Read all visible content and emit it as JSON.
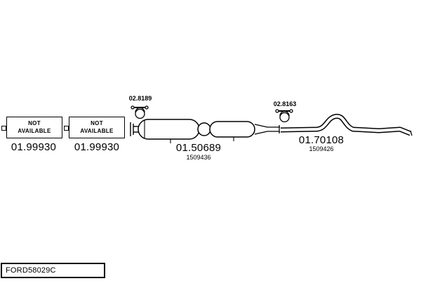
{
  "diagram": {
    "front_section": {
      "box1": {
        "line1": "NOT",
        "line2": "AVAILABLE",
        "part_number": "01.99930"
      },
      "box2": {
        "line1": "NOT",
        "line2": "AVAILABLE",
        "part_number": "01.99930"
      }
    },
    "mid_section": {
      "clamp_number": "02.8189",
      "part_number": "01.50689",
      "ref_number": "1509436"
    },
    "rear_section": {
      "clamp_number": "02.8163",
      "part_number": "01.70108",
      "ref_number": "1509426"
    },
    "footer": {
      "code": "FORD58029C"
    },
    "colors": {
      "ink": "#000000",
      "background": "#ffffff"
    }
  }
}
